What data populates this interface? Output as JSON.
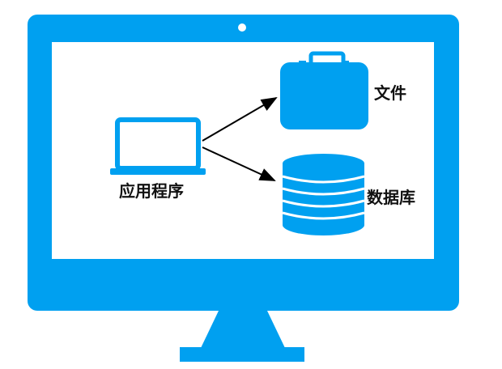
{
  "diagram": {
    "application_label": "应用程序",
    "file_label": "文件",
    "database_label": "数据库"
  },
  "colors": {
    "accent": "#00A0F0",
    "screen": "#FFFFFF",
    "arrow": "#000000"
  },
  "icons": {
    "monitor": "monitor-icon",
    "camera": "camera-dot-icon",
    "laptop": "laptop-icon",
    "briefcase": "briefcase-icon",
    "database": "database-icon"
  }
}
